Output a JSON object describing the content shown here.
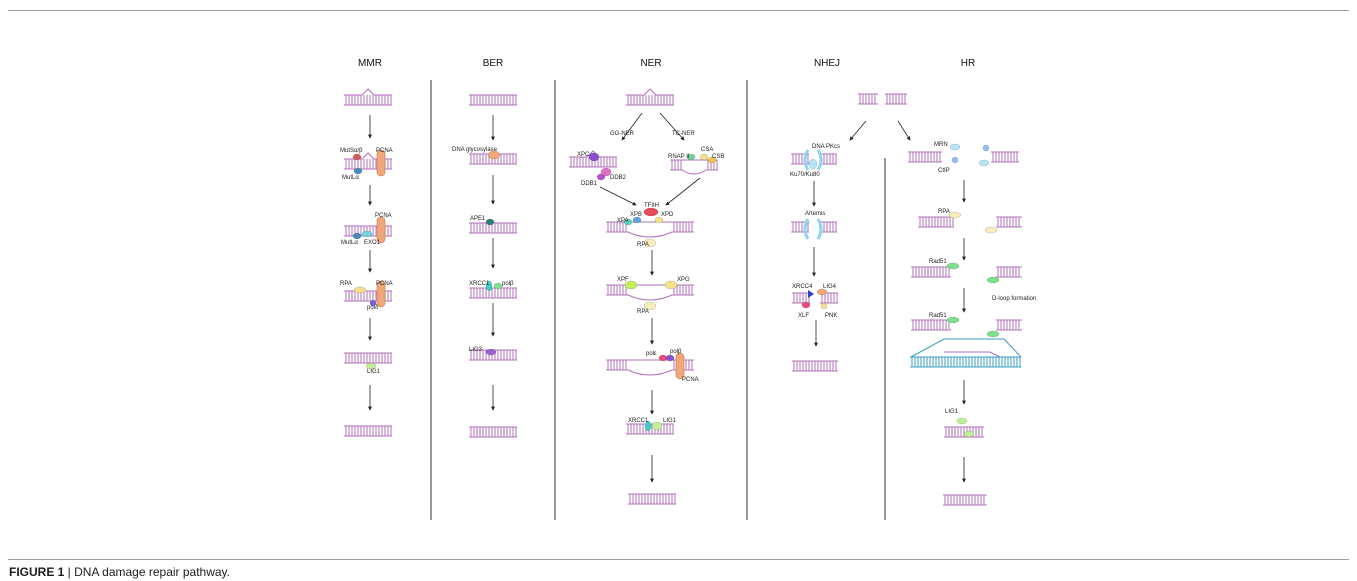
{
  "pathways": {
    "mmr": {
      "title": "MMR",
      "labels": {
        "mutsab": "MutSα/β",
        "pcna1": "PCNA",
        "mutla1": "MutLα",
        "pcna2": "PCNA",
        "mutla2": "MutLα",
        "exo1": "EXO1",
        "rpa": "RPA",
        "pcna3": "PCNA",
        "pold": "polδ",
        "lig1": "LIG1"
      }
    },
    "ber": {
      "title": "BER",
      "labels": {
        "glyco": "DNA glycosylase",
        "ape1": "APE1",
        "xrcc1": "XRCC1",
        "polb": "polβ",
        "lig3": "LIG3"
      }
    },
    "ner": {
      "title": "NER",
      "labels": {
        "ggner": "GG-NER",
        "tcner": "TC-NER",
        "xpc": "XPC",
        "ddb1": "DDB1",
        "ddb2": "DDB2",
        "rnap": "RNAP II",
        "csa": "CSA",
        "csb": "CSB",
        "tfiih": "TFIIH",
        "xpb": "XPB",
        "xpa": "XPA",
        "xpd": "XPD",
        "rpa1": "RPA",
        "xpf": "XPF",
        "xpg": "XPG",
        "rpa2": "RPA",
        "pole": "polε",
        "polb": "polβ",
        "pcna": "PCNA",
        "xrcc1": "XRCC1",
        "lig1": "LIG1"
      }
    },
    "nhej": {
      "title": "NHEJ",
      "labels": {
        "dnapk": "DNA PKcs",
        "ku": "Ku70/Ku80",
        "artemis": "Artemis",
        "xrcc4": "XRCC4",
        "lig4": "LIG4",
        "xlf": "XLF",
        "pnk": "PNK"
      }
    },
    "hr": {
      "title": "HR",
      "labels": {
        "mrn": "MRN",
        "ctip": "CtIP",
        "rpa": "RPA",
        "rad51a": "Rad51",
        "dloop": "D-loop formation",
        "rad51b": "Rad51",
        "lig1": "LIG1"
      }
    }
  },
  "caption": {
    "figure": "FIGURE 1",
    "separator": " | ",
    "text": "DNA damage repair pathway."
  },
  "colors": {
    "dna": "#b070b8",
    "dna_blue": "#3a9ec0",
    "divider": "#333333",
    "arrow": "#222222"
  }
}
